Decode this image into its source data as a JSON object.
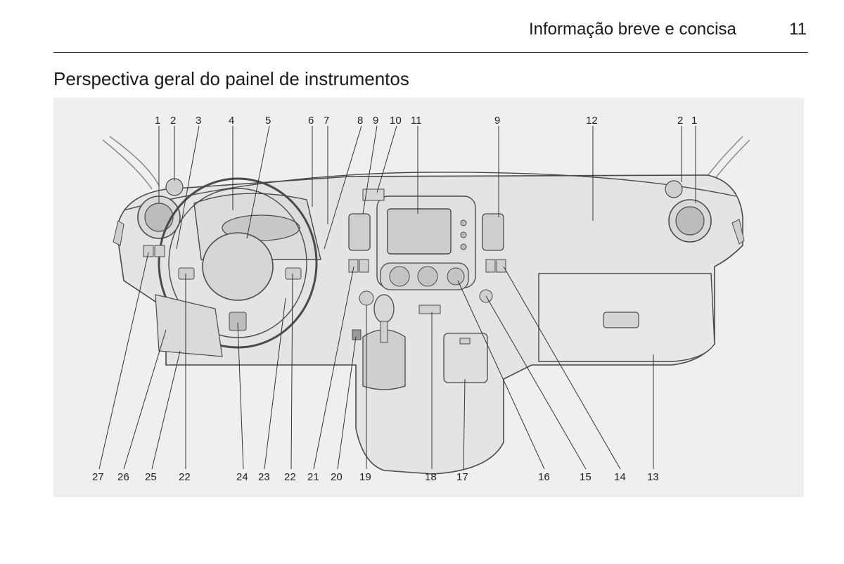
{
  "header": {
    "section": "Informação breve e concisa",
    "page": "11"
  },
  "title": "Perspectiva geral do painel de instrumentos",
  "callouts": {
    "top": [
      "1",
      "2",
      "3",
      "4",
      "5",
      "6",
      "7",
      "8",
      "9",
      "10",
      "11",
      "9",
      "12",
      "2",
      "1"
    ],
    "bottom": [
      "27",
      "26",
      "25",
      "22",
      "24",
      "23",
      "22",
      "21",
      "20",
      "19",
      "18",
      "17",
      "16",
      "15",
      "14",
      "13"
    ]
  },
  "colors": {
    "figure_bg": "#efefef",
    "line": "#4a4a4a",
    "fill": "#e4e4e4"
  }
}
